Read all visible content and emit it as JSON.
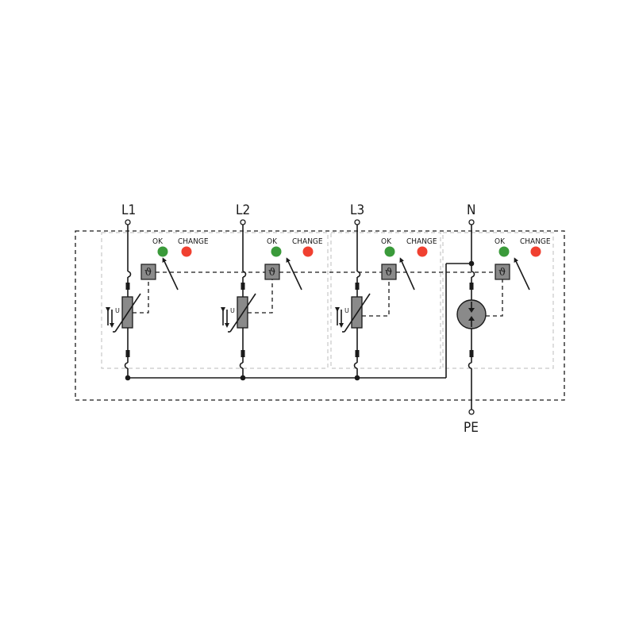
{
  "terminals": {
    "l1": "L1",
    "l2": "L2",
    "l3": "L3",
    "n": "N",
    "pe": "PE"
  },
  "indicators": {
    "ok_label": "OK",
    "change_label": "CHANGE",
    "ok_color": "#3a9a3a",
    "change_color": "#f04030"
  },
  "components": {
    "varistor_marker": "U",
    "thermal_symbol": "ϑ"
  },
  "modules": [
    {
      "name": "L1",
      "type": "varistor"
    },
    {
      "name": "L2",
      "type": "varistor"
    },
    {
      "name": "L3",
      "type": "varistor"
    },
    {
      "name": "N",
      "type": "gas-discharge-tube"
    }
  ]
}
